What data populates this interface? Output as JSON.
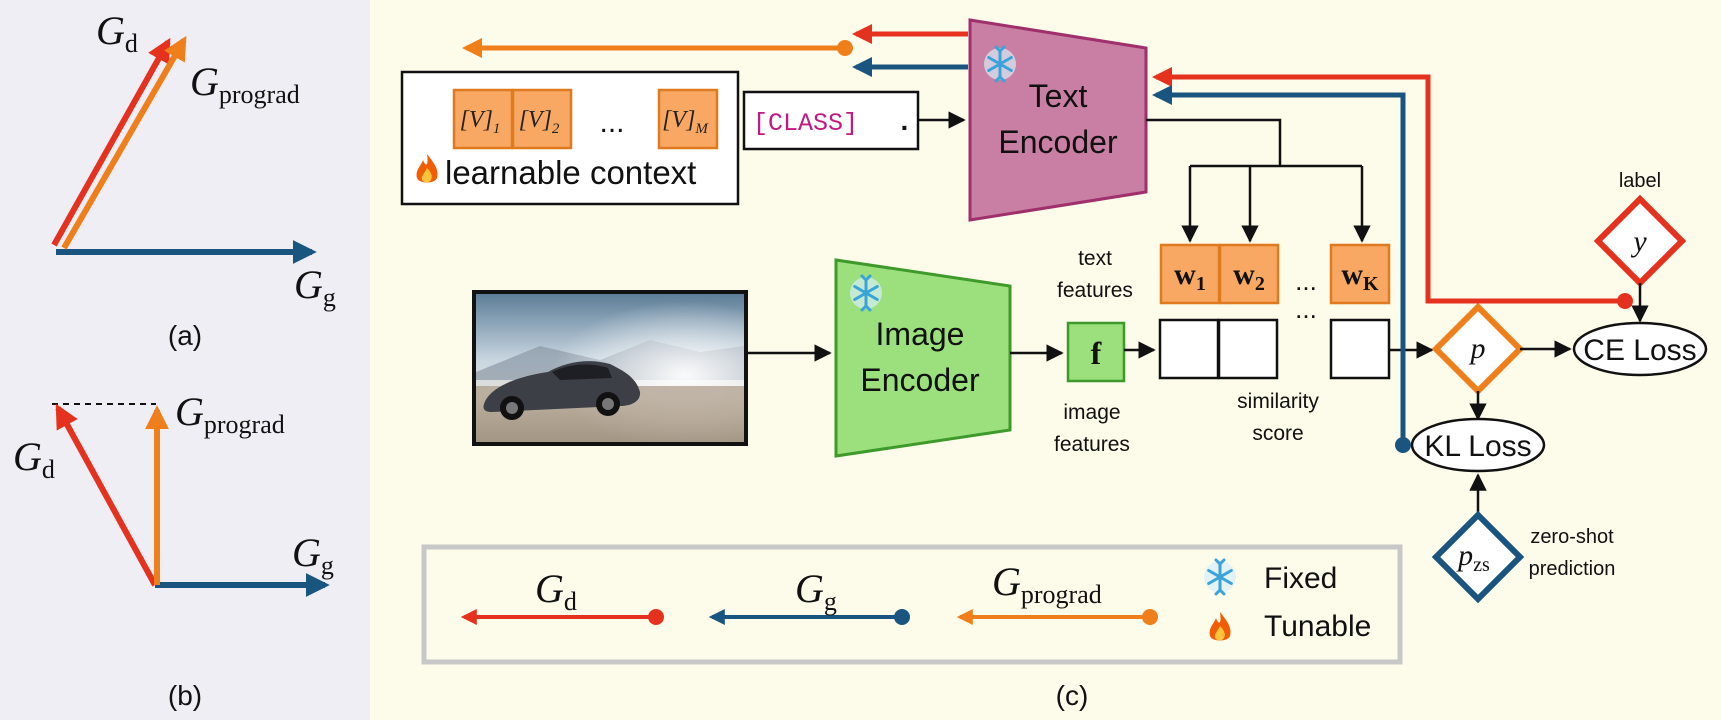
{
  "panel_a": {
    "caption": "(a)",
    "g_d": {
      "main": "G",
      "sub": "d"
    },
    "g_prograd": {
      "main": "G",
      "sub": "prograd"
    },
    "g_g": {
      "main": "G",
      "sub": "g"
    }
  },
  "panel_b": {
    "caption": "(b)",
    "g_d": {
      "main": "G",
      "sub": "d"
    },
    "g_prograd": {
      "main": "G",
      "sub": "prograd"
    },
    "g_g": {
      "main": "G",
      "sub": "g"
    }
  },
  "panel_c": {
    "caption": "(c)",
    "context": {
      "tokens": [
        {
          "text": "[V]",
          "sub": "1"
        },
        {
          "text": "[V]",
          "sub": "2"
        },
        {
          "text": "[V]",
          "sub": "M"
        }
      ],
      "ellipsis": "...",
      "label": "learnable context",
      "class_token": "[CLASS]",
      "period": "."
    },
    "text_encoder": {
      "line1": "Text",
      "line2": "Encoder"
    },
    "image_encoder": {
      "line1": "Image",
      "line2": "Encoder"
    },
    "text_features_label": {
      "line1": "text",
      "line2": "features"
    },
    "image_features_label": {
      "line1": "image",
      "line2": "features"
    },
    "feature_f": "f",
    "weights": [
      {
        "main": "w",
        "sub": "1"
      },
      {
        "main": "w",
        "sub": "2"
      },
      {
        "main": "w",
        "sub": "K"
      }
    ],
    "ellipsis": "...",
    "similarity_label": {
      "line1": "similarity",
      "line2": "score"
    },
    "p": "p",
    "y": "y",
    "label_text": "label",
    "ce_loss": "CE Loss",
    "kl_loss": "KL Loss",
    "p_zs": {
      "main": "p",
      "sub": "zs"
    },
    "zero_shot_label": {
      "line1": "zero-shot",
      "line2": "prediction"
    }
  },
  "legend": {
    "g_d": {
      "main": "G",
      "sub": "d"
    },
    "g_g": {
      "main": "G",
      "sub": "g"
    },
    "g_prograd": {
      "main": "G",
      "sub": "prograd"
    },
    "fixed": "Fixed",
    "tunable": "Tunable"
  },
  "colors": {
    "red": "#e5321e",
    "blue": "#1a5580",
    "orange": "#ef7f1a",
    "orange_fill": "#f9a863",
    "text_encoder_fill": "#c97ea3",
    "image_encoder_fill": "#9be07c",
    "panel_ab_bg": "#f0eef5",
    "panel_c_bg": "#fdfbea"
  },
  "icons": [
    "snowflake-icon",
    "flame-icon",
    "car-photo"
  ]
}
